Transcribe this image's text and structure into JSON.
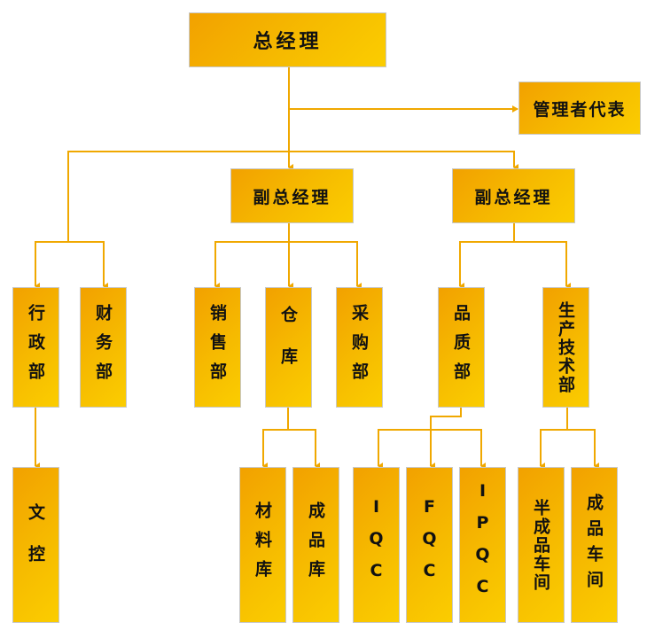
{
  "colors": {
    "line": "#f0a800",
    "box_start": "#f2a100",
    "box_end": "#fbcd00",
    "border": "#c8c8c8"
  },
  "ceo": "总经理",
  "management_rep": "管理者代表",
  "vp_left": "副总经理",
  "vp_right": "副总经理",
  "departments": {
    "admin": "行政部",
    "finance": "财务部",
    "sales": "销售部",
    "warehouse": "仓库",
    "purchasing": "采购部",
    "quality": "品质部",
    "production": "生产技术部"
  },
  "sub_units": {
    "doc_control": "文控",
    "material_store": "材料库",
    "finished_store": "成品库",
    "iqc": "IQC",
    "fqc": "FQC",
    "ipqc": "IPQC",
    "semi_workshop": "半成品车间",
    "finished_workshop": "成品车间"
  }
}
